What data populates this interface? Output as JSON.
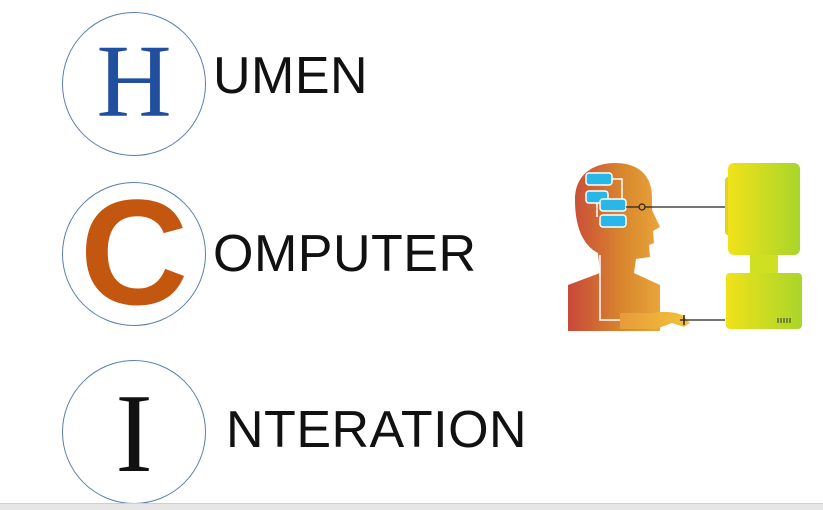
{
  "rows": [
    {
      "letter": "H",
      "word": "UMEN"
    },
    {
      "letter": "C",
      "word": "OMPUTER"
    },
    {
      "letter": "I",
      "word": "NTERATION"
    }
  ],
  "colors": {
    "h": "#1f4f9e",
    "c": "#c4570f",
    "i": "#111111",
    "circle_border": "#5b7fb0"
  },
  "illustration": {
    "icon": "human-computer-interaction-icon"
  }
}
